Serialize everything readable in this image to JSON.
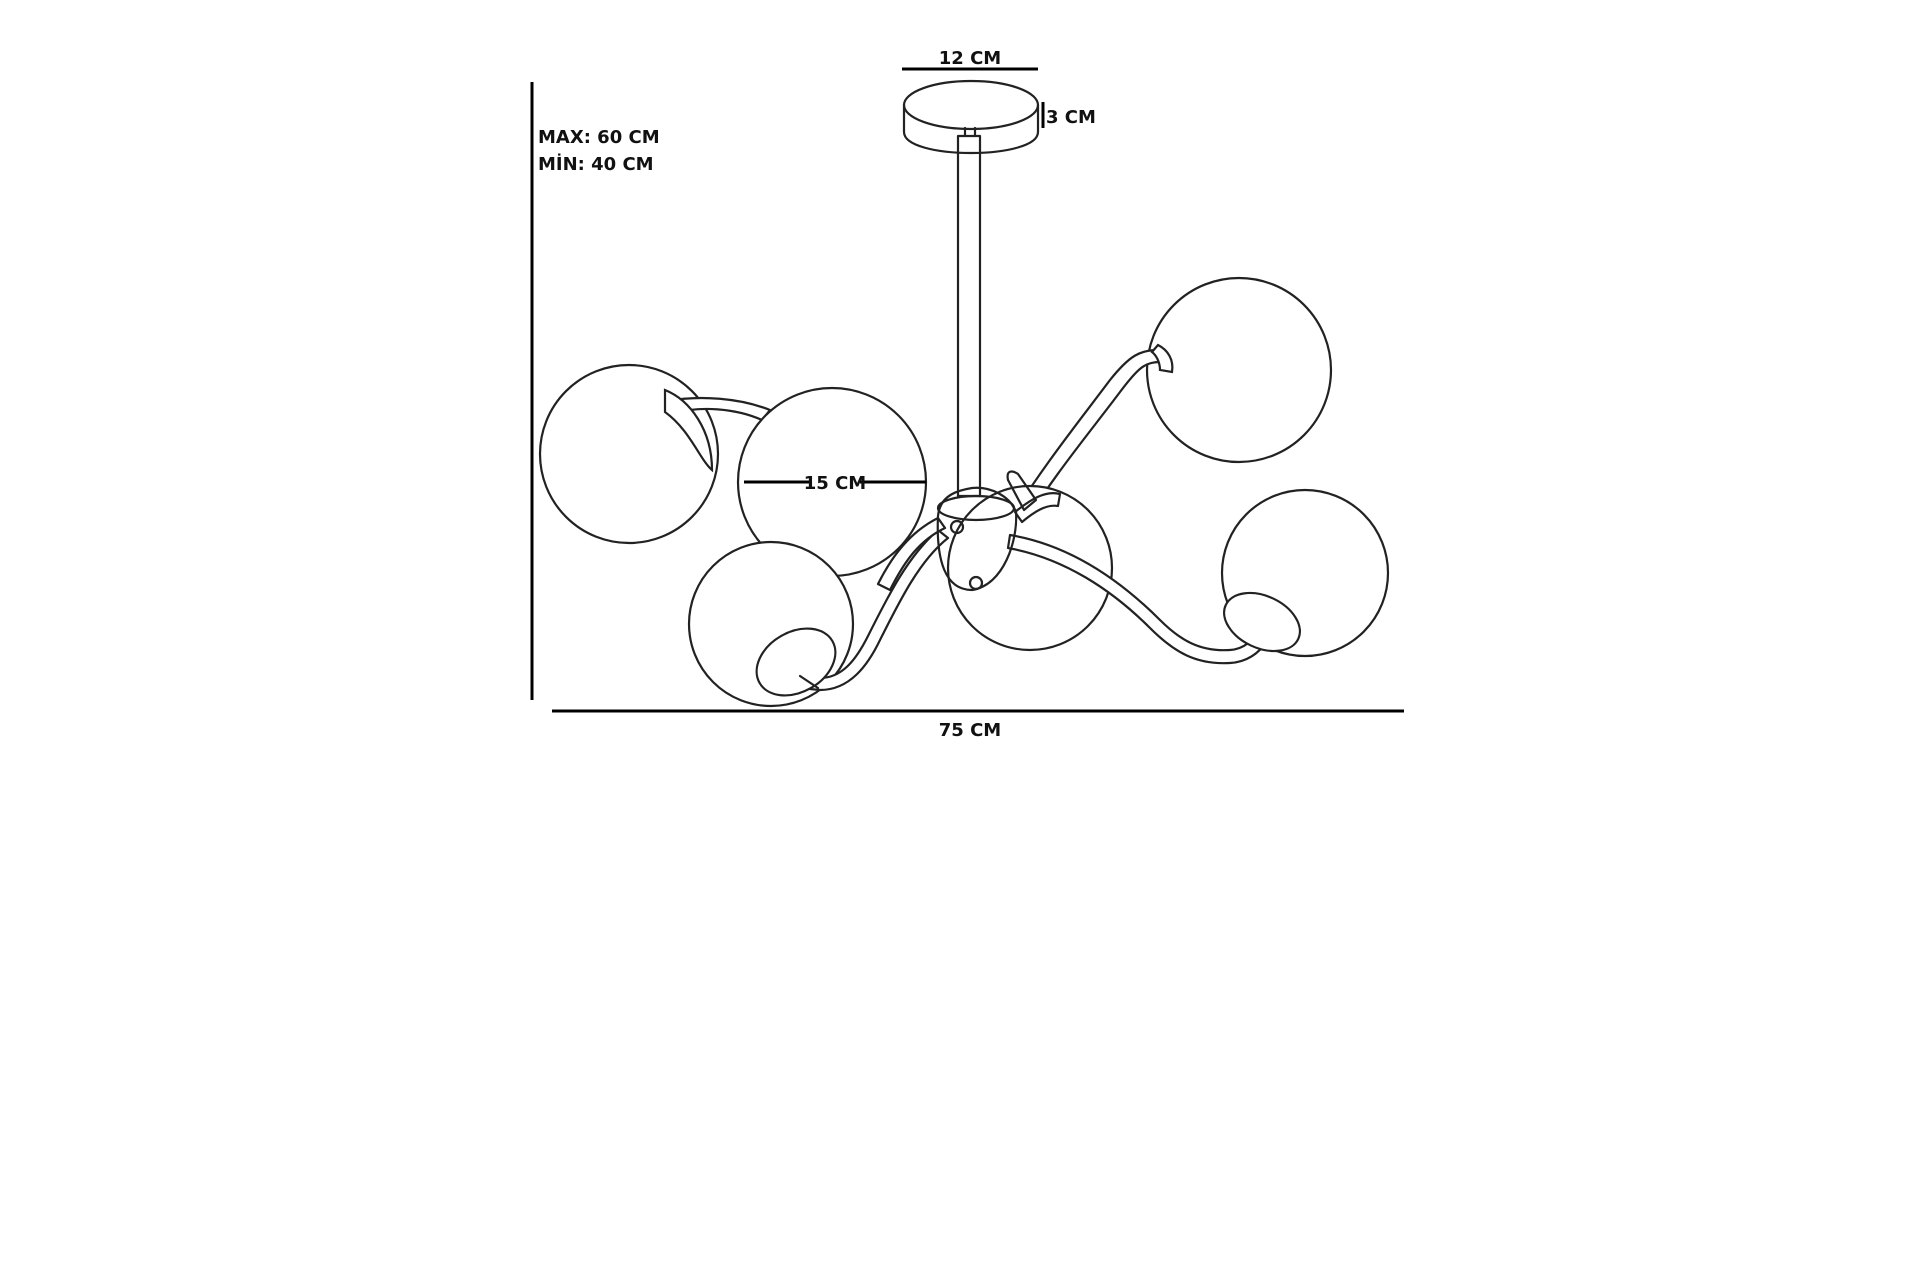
{
  "dimensions": {
    "canopy_width": "12 CM",
    "canopy_height": "3 CM",
    "height_max": "MAX: 60 CM",
    "height_min": "MİN: 40 CM",
    "globe_diameter": "15 CM",
    "total_width": "75 CM"
  },
  "colors": {
    "line": "#222222",
    "background": "#ffffff"
  }
}
